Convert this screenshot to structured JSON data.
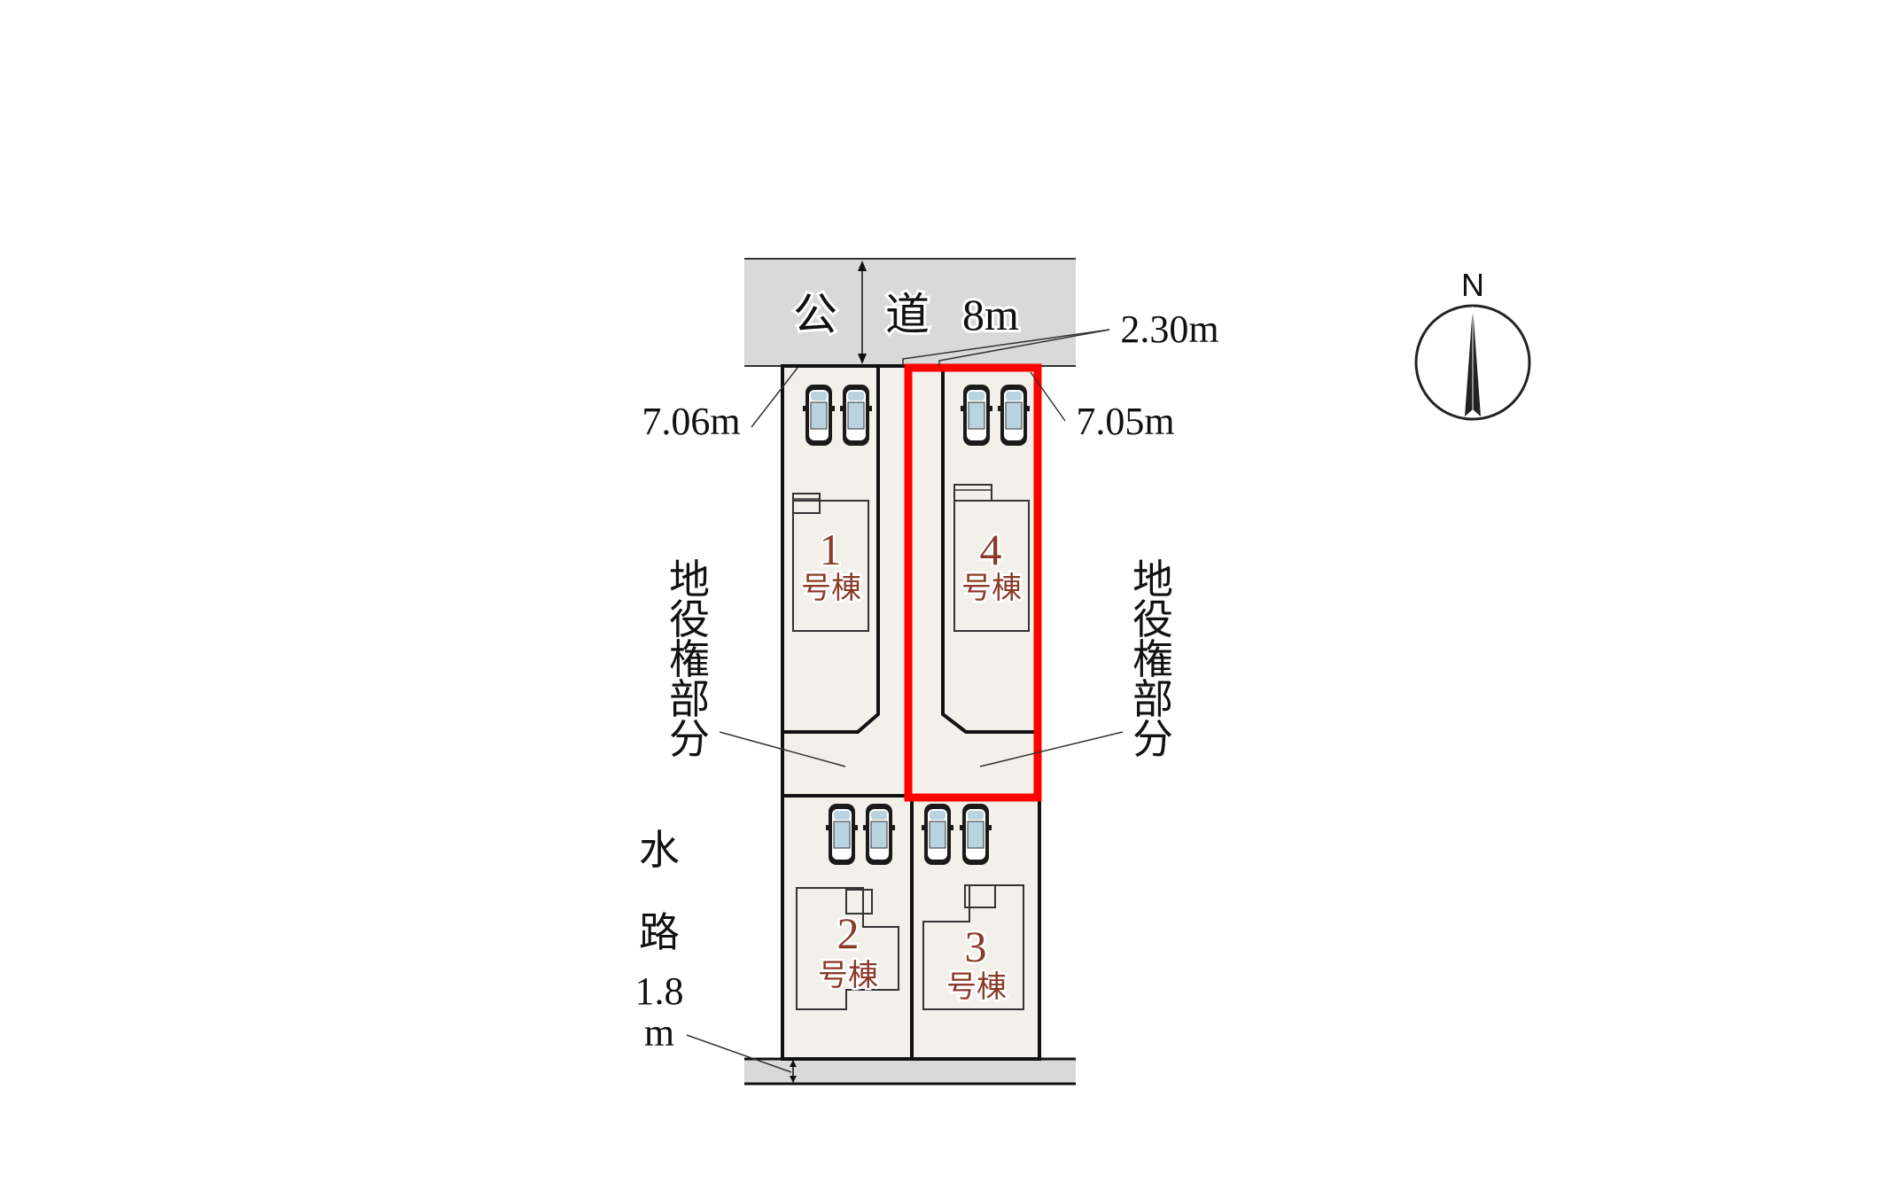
{
  "road": {
    "label_1": "公",
    "label_2": "道",
    "width": "8m"
  },
  "dimensions": {
    "left_frontage": "7.06m",
    "right_frontage": "7.05m",
    "access_width": "2.30m"
  },
  "easement": {
    "left_chars": [
      "地",
      "役",
      "権",
      "部",
      "分"
    ],
    "right_chars": [
      "地",
      "役",
      "権",
      "部",
      "分"
    ]
  },
  "waterway": {
    "chars": [
      "水",
      "路"
    ],
    "width_value": "1.8",
    "width_unit": "m"
  },
  "buildings": [
    {
      "number": "1",
      "suffix": "号棟"
    },
    {
      "number": "2",
      "suffix": "号棟"
    },
    {
      "number": "3",
      "suffix": "号棟"
    },
    {
      "number": "4",
      "suffix": "号棟"
    }
  ],
  "compass": {
    "label": "N"
  },
  "highlight": {
    "lot": "4",
    "color": "#ff0000"
  },
  "colors": {
    "lot_fill": "#f2f0e8",
    "road_fill": "#d9d9d9",
    "label": "#8b3a2a",
    "car_glass": "#b9d3e0"
  }
}
